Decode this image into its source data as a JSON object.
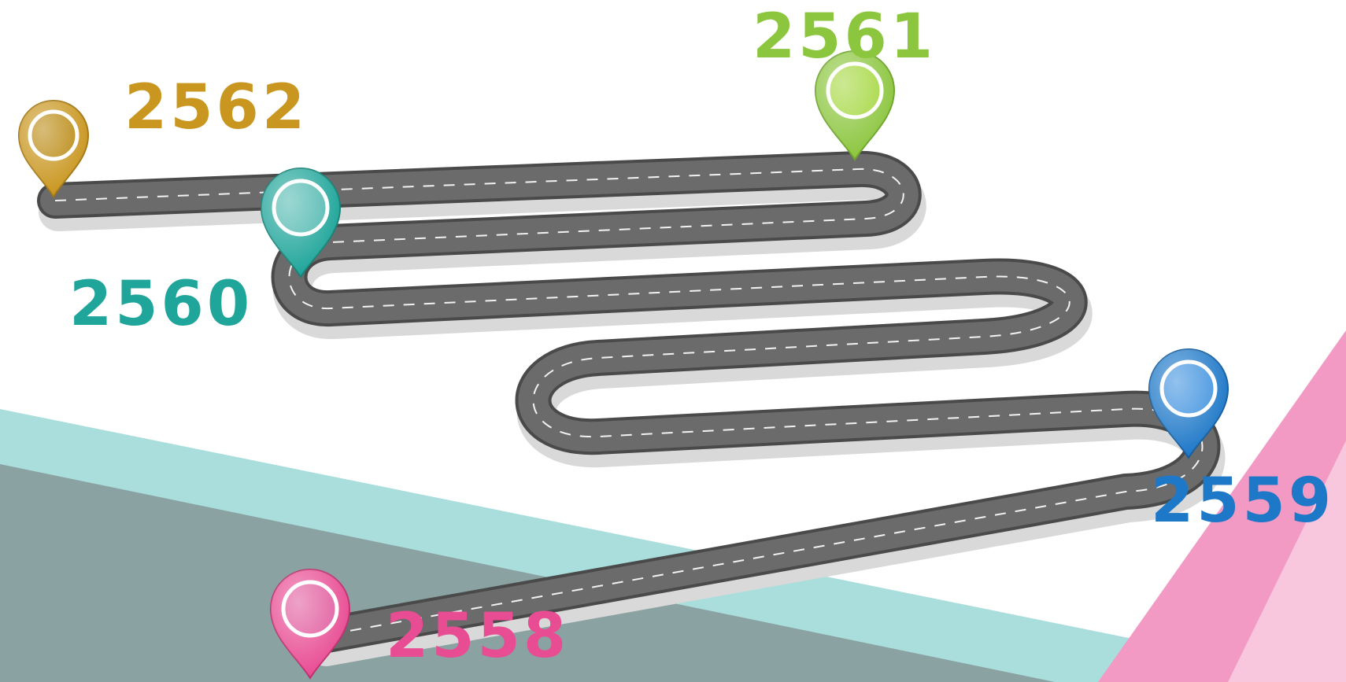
{
  "milestones": [
    {
      "year": "2562",
      "color": "#C9961F",
      "marker": "gold-pin-icon"
    },
    {
      "year": "2561",
      "color": "#8CC63F",
      "marker": "green-pin-icon"
    },
    {
      "year": "2560",
      "color": "#1FA59A",
      "marker": "teal-pin-icon"
    },
    {
      "year": "2559",
      "color": "#1E78C8",
      "marker": "blue-pin-icon"
    },
    {
      "year": "2558",
      "color": "#E84C93",
      "marker": "pink-pin-icon"
    }
  ],
  "colors": {
    "road": "#6b6b6b",
    "road_edge": "#4a4a4a",
    "road_dash": "#f2f2f2",
    "band_teal": "#a9dedd",
    "band_slate": "#8aa2a1",
    "band_pink": "#f29ac4",
    "band_pink_light": "#f8c6dd"
  }
}
